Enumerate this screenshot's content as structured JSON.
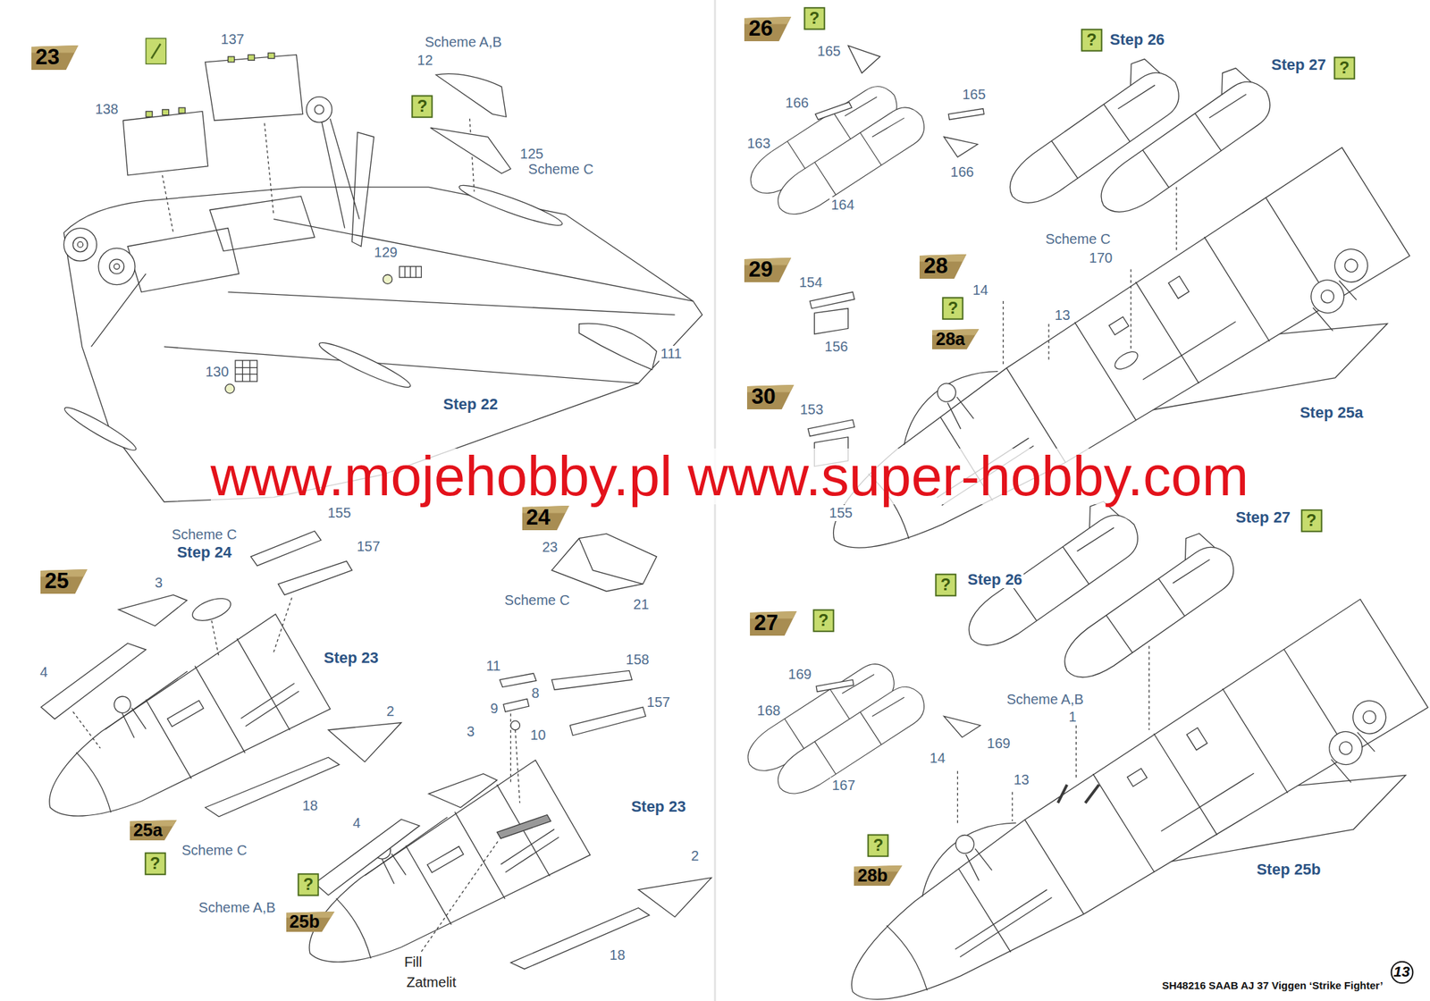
{
  "diagram": {
    "nodes": [
      {
        "text": [
          "23"
        ]
      },
      {
        "text": [
          "?"
        ]
      },
      {
        "text": [
          "24"
        ]
      },
      {
        "text": [
          "25"
        ]
      },
      {
        "text": [
          "25a"
        ]
      },
      {
        "text": [
          "?"
        ]
      },
      {
        "text": [
          "?"
        ]
      },
      {
        "text": [
          "25b"
        ]
      },
      {
        "text": [
          "26"
        ]
      },
      {
        "text": [
          "?"
        ]
      },
      {
        "text": [
          "?"
        ]
      },
      {
        "text": [
          "?"
        ]
      },
      {
        "text": [
          "29"
        ]
      },
      {
        "text": [
          "28"
        ]
      },
      {
        "text": [
          "?"
        ]
      },
      {
        "text": [
          "28a"
        ]
      },
      {
        "text": [
          "30"
        ]
      },
      {
        "text": [
          "?"
        ]
      },
      {
        "text": [
          "?"
        ]
      },
      {
        "text": [
          "27"
        ]
      },
      {
        "text": [
          "?"
        ]
      },
      {
        "text": [
          "?"
        ]
      },
      {
        "text": [
          "28b"
        ]
      },
      {
        "text": [
          "13"
        ]
      }
    ],
    "labels": [
      "137",
      "Scheme A,B",
      "12",
      "138",
      "125",
      "Scheme C",
      "129",
      "111",
      "130",
      "Step 22",
      "www.mojehobby.pl www.super-hobby.com",
      "155",
      "Scheme C",
      "Step 24",
      "157",
      "23",
      "3",
      "Scheme C",
      "21",
      "Step 23",
      "11",
      "158",
      "4",
      "8",
      "157",
      "9",
      "2",
      "3",
      "10",
      "18",
      "Step 23",
      "4",
      "Scheme C",
      "2",
      "Scheme A,B",
      "18",
      "Fill",
      "Zatmelit",
      "165",
      "Step 26",
      "Step 27",
      "165",
      "166",
      "163",
      "166",
      "164",
      "Scheme C",
      "170",
      "154",
      "14",
      "13",
      "156",
      "153",
      "Step 25a",
      "155",
      "Step 27",
      "Step 26",
      "169",
      "Scheme A,B",
      "168",
      "1",
      "169",
      "14",
      "13",
      "167",
      "Step 25b",
      "SH48216 SAAB AJ 37 Viggen ‘Strike Fighter’"
    ]
  }
}
